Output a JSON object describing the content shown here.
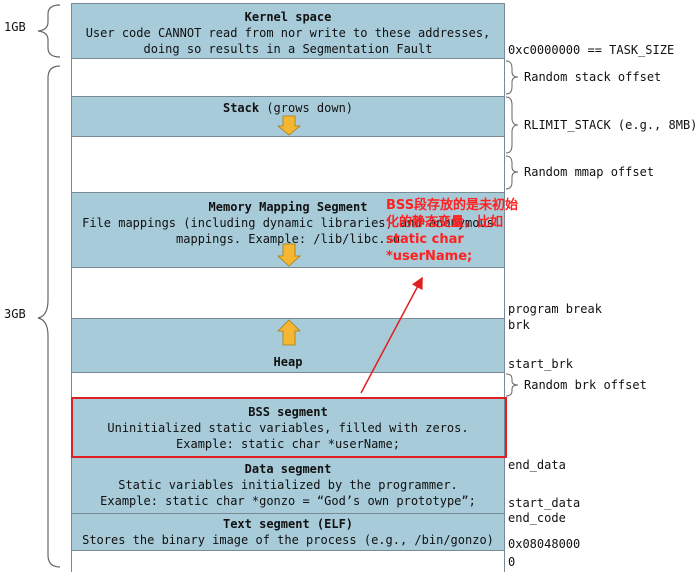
{
  "sizes": {
    "top": "1GB",
    "bottom": "3GB"
  },
  "segments": {
    "kernel": {
      "title": "Kernel space",
      "line1": "User code CANNOT read from nor write to these addresses,",
      "line2": "doing so results in a Segmentation Fault"
    },
    "stack": {
      "title": "Stack",
      "note": "(grows down)"
    },
    "mmap": {
      "title": "Memory Mapping Segment",
      "line1": "File mappings (including dynamic libraries) and anonymous",
      "line2": "mappings. Example: /lib/libc.so"
    },
    "heap": {
      "title": "Heap"
    },
    "bss": {
      "title": "BSS segment",
      "line1": "Uninitialized static variables, filled with zeros.",
      "line2": "Example: static char *userName;"
    },
    "data": {
      "title": "Data segment",
      "line1": "Static variables initialized by the programmer.",
      "line2": "Example: static char *gonzo = “God’s own prototype”;"
    },
    "text": {
      "title": "Text segment (ELF)",
      "line1": "Stores the binary image of the process (e.g., /bin/gonzo)"
    }
  },
  "right_labels": {
    "task_size": "0xc0000000 == TASK_SIZE",
    "random_stack": "Random stack offset",
    "rlimit": "RLIMIT_STACK (e.g., 8MB)",
    "random_mmap": "Random mmap offset",
    "program_break": "program break",
    "brk": "brk",
    "start_brk": "start_brk",
    "random_brk": "Random brk offset",
    "end_data": "end_data",
    "start_data": "start_data",
    "end_code": "end_code",
    "text_start": "0x08048000",
    "zero": "0"
  },
  "annotation": {
    "line1": "BSS段存放的是未初始",
    "line2": "化的静态变量，比如",
    "line3": "static char",
    "line4": "*userName;"
  },
  "colors": {
    "segment_fill": "#a7cbd9",
    "arrow_fill": "#f5b731",
    "annotation": "#ff2020",
    "highlight_border": "#e02020"
  }
}
